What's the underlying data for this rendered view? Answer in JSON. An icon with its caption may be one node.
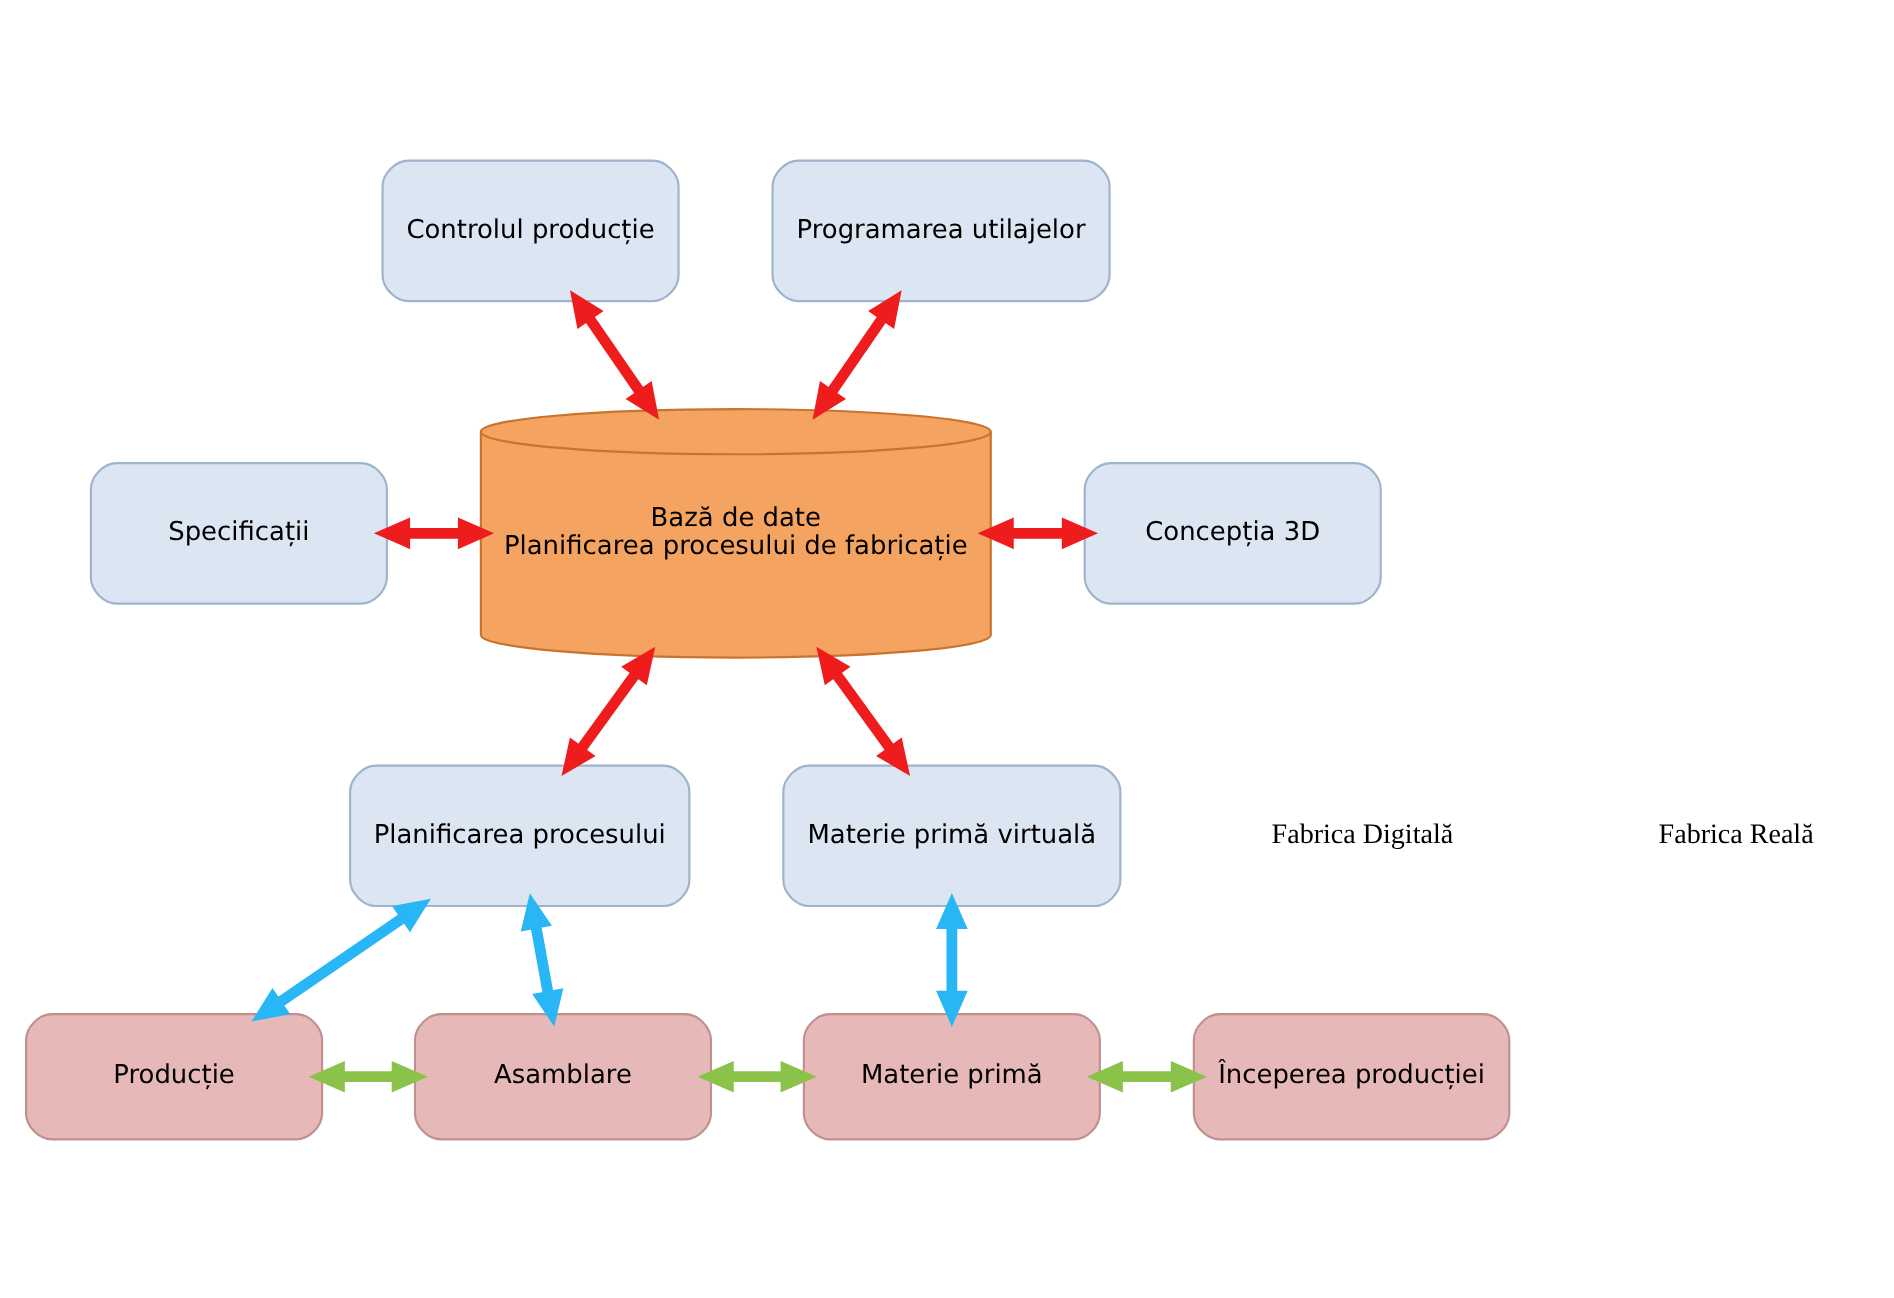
{
  "diagram": {
    "nodes": [
      {
        "text": [
          "Controlul producție"
        ]
      },
      {
        "text": [
          "Programarea utilajelor"
        ]
      },
      {
        "text": [
          "Specificații"
        ]
      },
      {
        "text": [
          "Bază de date",
          "Planificarea procesului de fabricație"
        ]
      },
      {
        "text": [
          "Concepția 3D"
        ]
      },
      {
        "text": [
          "Planificarea procesului"
        ]
      },
      {
        "text": [
          "Materie primă virtuală"
        ]
      },
      {
        "text": [
          "Producție"
        ]
      },
      {
        "text": [
          "Asamblare"
        ]
      },
      {
        "text": [
          "Materie primă"
        ]
      },
      {
        "text": [
          "Începerea producției"
        ]
      }
    ],
    "edges": [
      {
        "from": 0,
        "to": 3,
        "arrow": "both"
      },
      {
        "from": 1,
        "to": 3,
        "arrow": "both"
      },
      {
        "from": 2,
        "to": 3,
        "arrow": "both"
      },
      {
        "from": 3,
        "to": 4,
        "arrow": "both"
      },
      {
        "from": 3,
        "to": 5,
        "arrow": "both"
      },
      {
        "from": 3,
        "to": 6,
        "arrow": "both"
      },
      {
        "from": 5,
        "to": 7,
        "arrow": "both",
        "color": "#29b6f6"
      },
      {
        "from": 5,
        "to": 8,
        "arrow": "both",
        "color": "#29b6f6"
      },
      {
        "from": 6,
        "to": 9,
        "arrow": "both",
        "color": "#29b6f6"
      },
      {
        "from": 7,
        "to": 8,
        "arrow": "both",
        "color": "#8bc34a"
      },
      {
        "from": 8,
        "to": 9,
        "arrow": "both",
        "color": "#8bc34a"
      },
      {
        "from": 9,
        "to": 10,
        "arrow": "both",
        "color": "#8bc34a"
      }
    ],
    "labels": [
      "Fabrica Digitală",
      "Fabrica Reală"
    ]
  }
}
